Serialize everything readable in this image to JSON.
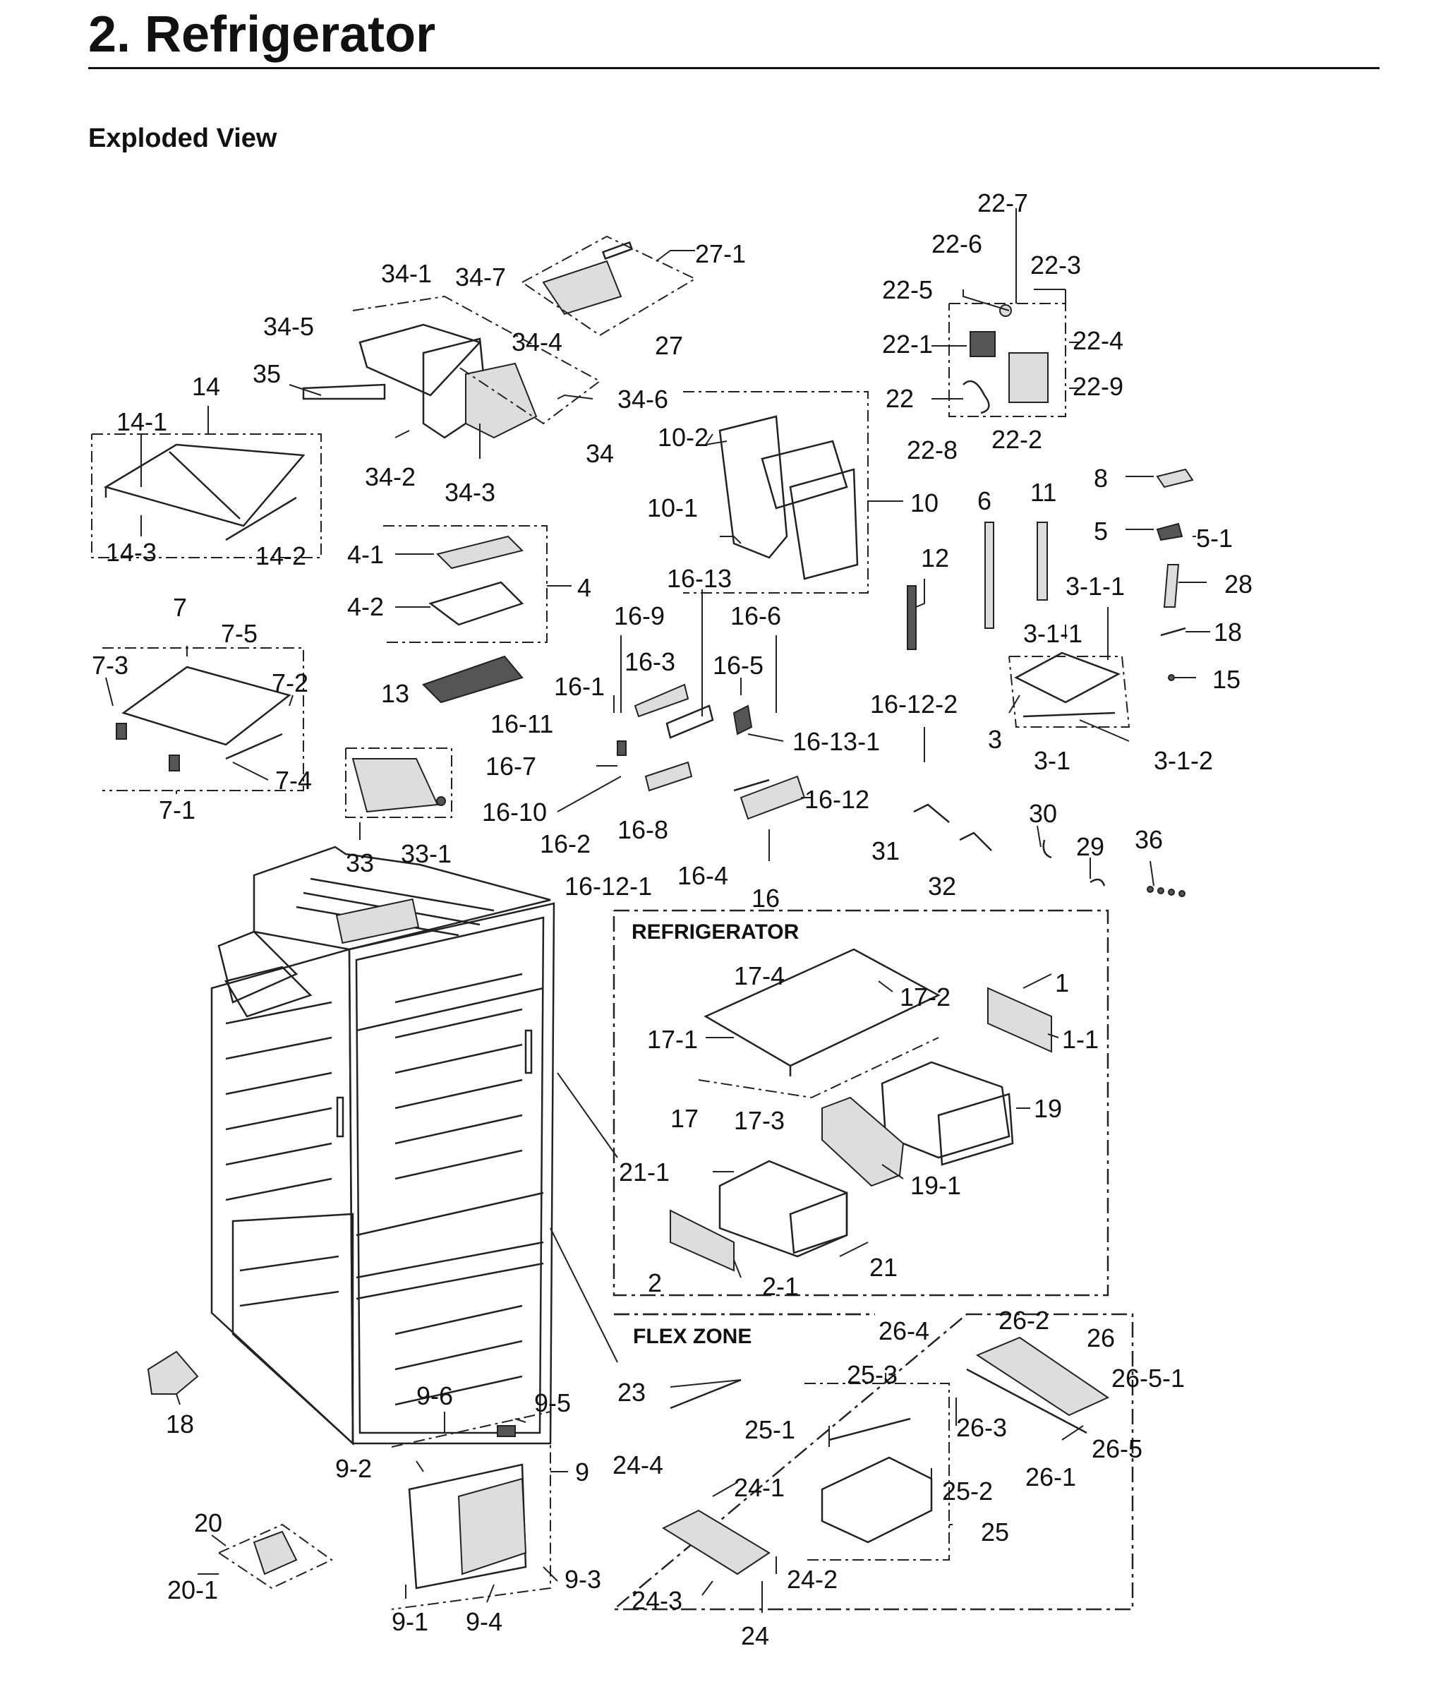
{
  "page": {
    "heading": "2.  Refrigerator",
    "subheading": "Exploded View"
  },
  "sections": {
    "refrigerator": "REFRIGERATOR",
    "flex_zone": "FLEX ZONE"
  },
  "callouts": [
    "22-7",
    "22-6",
    "22-3",
    "22-5",
    "22-1",
    "22-4",
    "22",
    "22-9",
    "22-8",
    "22-2",
    "27-1",
    "27",
    "34-1",
    "34-7",
    "34-5",
    "34-4",
    "35",
    "34-6",
    "34",
    "34-2",
    "34-3",
    "14",
    "14-1",
    "14-3",
    "14-2",
    "10-2",
    "10-1",
    "10",
    "4-1",
    "4-2",
    "4",
    "8",
    "5",
    "5-1",
    "11",
    "6",
    "12",
    "28",
    "3-1-1",
    "3-1-1",
    "18",
    "15",
    "3",
    "3-1",
    "3-1-2",
    "7",
    "7-5",
    "7-3",
    "7-2",
    "7-4",
    "7-1",
    "13",
    "16-13",
    "16-9",
    "16-6",
    "16-3",
    "16-5",
    "16-1",
    "16-11",
    "16-12-2",
    "16-13-1",
    "16-7",
    "16-10",
    "16-2",
    "16-8",
    "16-12",
    "16-12-1",
    "16-4",
    "16",
    "33",
    "33-1",
    "31",
    "32",
    "30",
    "29",
    "36",
    "17-4",
    "17-2",
    "1",
    "17-1",
    "1-1",
    "17",
    "17-3",
    "19",
    "21-1",
    "19-1",
    "2",
    "2-1",
    "21",
    "26-4",
    "26-2",
    "26",
    "26-5-1",
    "23",
    "25-3",
    "25-1",
    "26-3",
    "26-5",
    "9-6",
    "9-5",
    "9-2",
    "9",
    "18",
    "26-1",
    "24-4",
    "24-1",
    "25-2",
    "25",
    "20",
    "20-1",
    "9-3",
    "24-2",
    "24-3",
    "9-1",
    "9-4",
    "24"
  ]
}
